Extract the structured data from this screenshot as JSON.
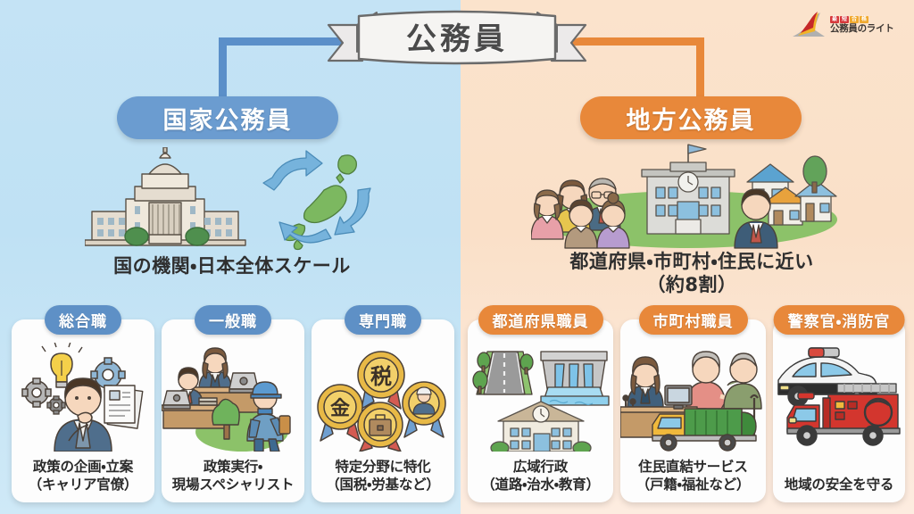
{
  "logo": {
    "badges": [
      "最",
      "短",
      "合",
      "格"
    ],
    "name": "公務員のライト",
    "colors": {
      "red": "#d6383b",
      "yellow": "#f0a92e",
      "gray": "#9a9a9a"
    }
  },
  "banner": {
    "title": "公務員"
  },
  "branches": [
    {
      "id": "national",
      "pill_label": "国家公務員",
      "caption": "国の機関・日本全体スケール",
      "accent": "#6b9cd0",
      "bg": "#c4e3f5",
      "illustration": [
        "national-diet-building-icon",
        "japan-map-icon",
        "circular-arrows-icon"
      ]
    },
    {
      "id": "local",
      "pill_label": "地方公務員",
      "caption": "都道府県・市町村・住民に近い\n（約8割）",
      "caption_line1": "都道府県・市町村・住民に近い",
      "caption_line2": "（約8割）",
      "accent": "#e8883a",
      "bg": "#fbe3cc",
      "illustration": [
        "residents-group-icon",
        "city-hall-icon",
        "houses-icon"
      ]
    }
  ],
  "cards": [
    {
      "badge": "総合職",
      "badge_color": "#5e90c6",
      "caption_line1": "政策の企画・立案",
      "caption_line2": "（キャリア官僚）",
      "art": [
        "lightbulb-icon",
        "gear-icon",
        "document-icon",
        "thinking-person-icon"
      ]
    },
    {
      "badge": "一般職",
      "badge_color": "#5e90c6",
      "caption_line1": "政策実行・",
      "caption_line2": "現場スペシャリスト",
      "art": [
        "desk-worker-icon",
        "laptop-icon",
        "field-worker-icon",
        "tree-icon"
      ]
    },
    {
      "badge": "専門職",
      "badge_color": "#5e90c6",
      "caption_line1": "特定分野に特化",
      "caption_line2": "（国税・労基など）",
      "art": [
        "medal-tax-icon",
        "medal-money-icon",
        "medal-briefcase-icon",
        "medal-inspector-icon"
      ],
      "medal_labels": [
        "税",
        "金"
      ]
    },
    {
      "badge": "都道府県職員",
      "badge_color": "#e8883a",
      "caption_line1": "広域行政",
      "caption_line2": "（道路・治水・教育）",
      "art": [
        "road-icon",
        "dam-icon",
        "school-building-icon"
      ]
    },
    {
      "badge": "市町村職員",
      "badge_color": "#e8883a",
      "caption_line1": "住民直結サービス",
      "caption_line2": "（戸籍・福祉など）",
      "art": [
        "counter-staff-icon",
        "elderly-couple-icon",
        "garbage-truck-icon"
      ]
    },
    {
      "badge": "警察官・消防官",
      "badge_color": "#e8883a",
      "caption_line1": "地域の安全を守る",
      "caption_line2": "",
      "art": [
        "police-car-icon",
        "fire-truck-icon"
      ]
    }
  ]
}
